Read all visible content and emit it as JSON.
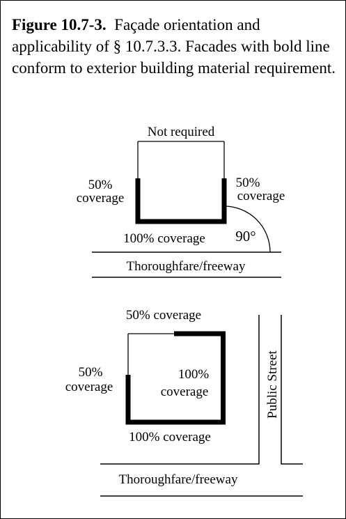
{
  "caption": {
    "number": "Figure 10.7-3.",
    "text": "Façade orientation and applicability of § 10.7.3.3. Facades with bold line conform to exterior building material requirement."
  },
  "diagram1": {
    "top_label": "Not required",
    "left_pct": "50%",
    "left_cov": "coverage",
    "right_pct": "50%",
    "right_cov": "coverage",
    "bottom_label": "100% coverage",
    "angle_label": "90°",
    "road_label": "Thoroughfare/freeway"
  },
  "diagram2": {
    "top_label": "50% coverage",
    "left_pct": "50%",
    "left_cov": "coverage",
    "right_pct": "100%",
    "right_cov": "coverage",
    "bottom_label": "100% coverage",
    "street_label": "Public Street",
    "road_label": "Thoroughfare/freeway"
  }
}
